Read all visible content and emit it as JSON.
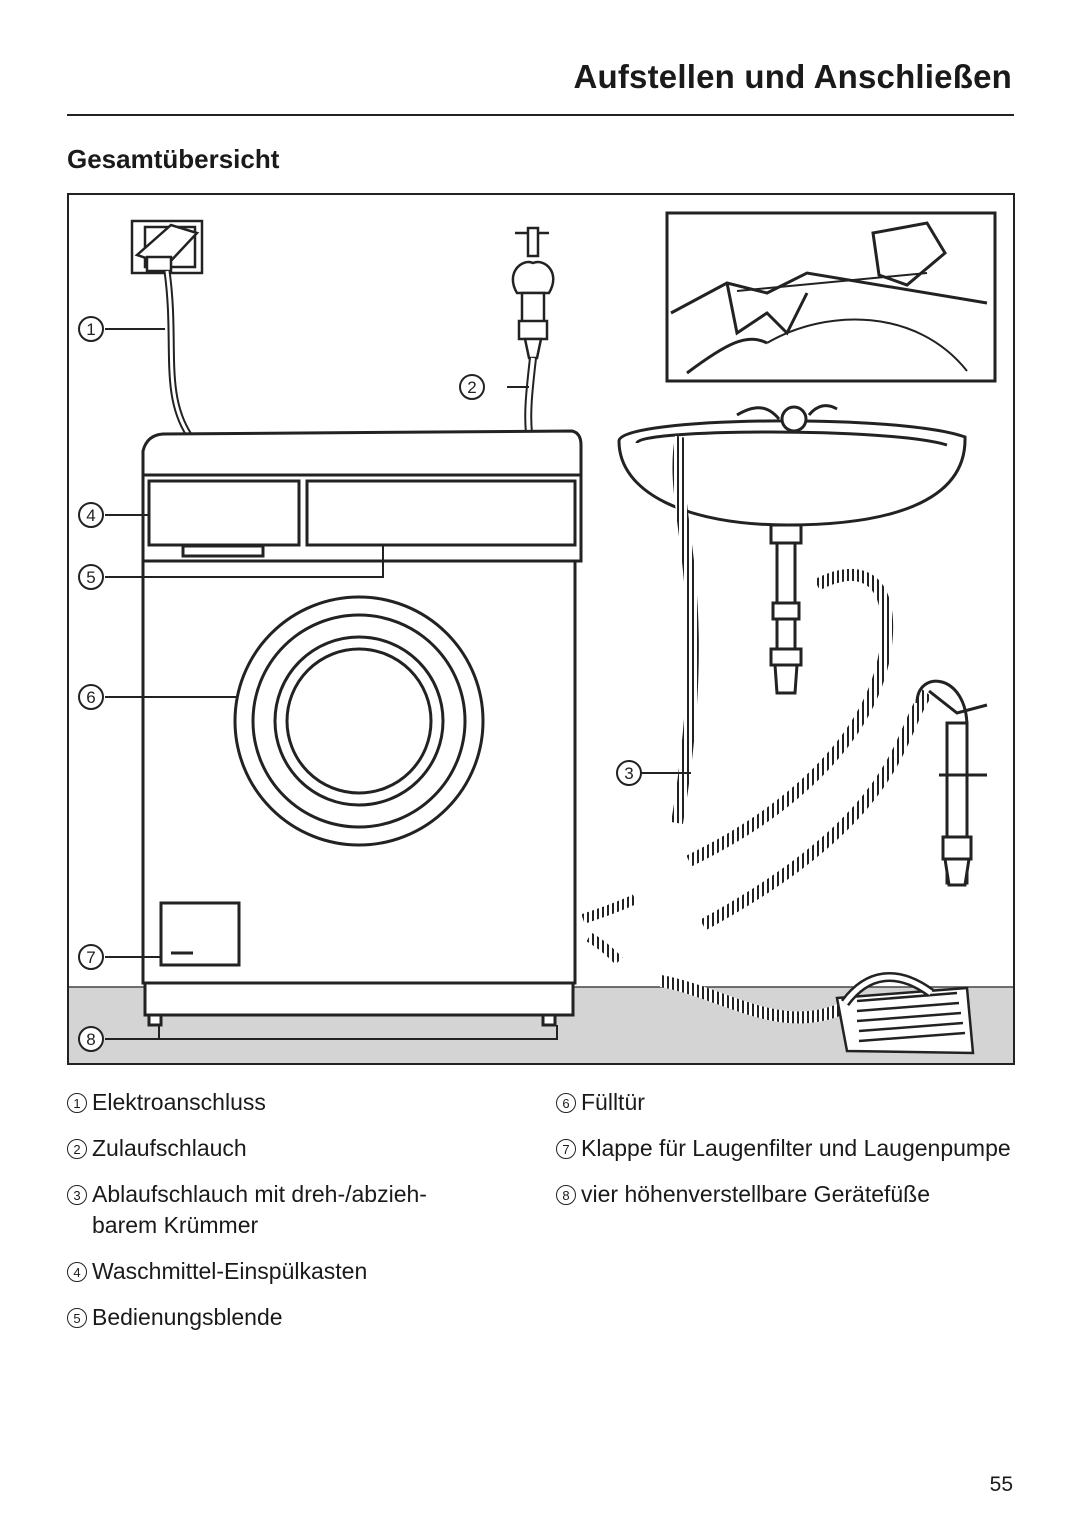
{
  "header": {
    "title": "Aufstellen und Anschließen"
  },
  "section": {
    "title": "Gesamtübersicht"
  },
  "figure": {
    "callout_numbers": [
      "1",
      "2",
      "3",
      "4",
      "5",
      "6",
      "7",
      "8"
    ],
    "icon": "washing-machine-installation-drawing"
  },
  "legend": {
    "left": [
      {
        "num": "1",
        "text": "Elektroanschluss"
      },
      {
        "num": "2",
        "text": "Zulaufschlauch"
      },
      {
        "num": "3",
        "text": "Ablaufschlauch mit dreh-/abzieh- barem Krümmer"
      },
      {
        "num": "4",
        "text": "Waschmittel-Einspülkasten"
      },
      {
        "num": "5",
        "text": "Bedienungsblende"
      }
    ],
    "right": [
      {
        "num": "6",
        "text": "Fülltür"
      },
      {
        "num": "7",
        "text": "Klappe für Laugenfilter und Laugenpumpe"
      },
      {
        "num": "8",
        "text": "vier höhenverstellbare Gerätefüße"
      }
    ]
  },
  "footer": {
    "page_number": "55"
  }
}
